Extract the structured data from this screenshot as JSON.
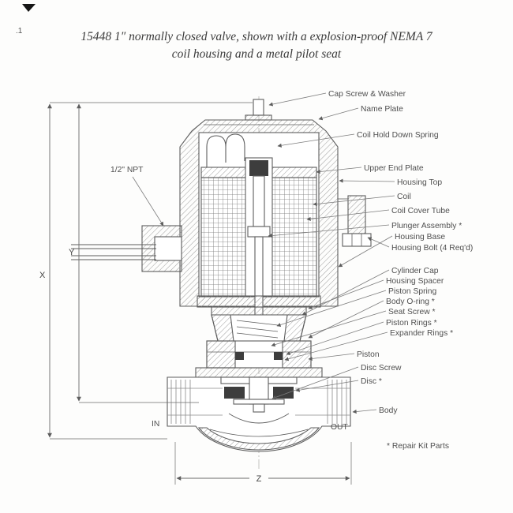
{
  "page": {
    "corner_mark": ".1"
  },
  "title": {
    "line1": "15448 1″ normally closed valve, shown with a explosion-proof NEMA 7",
    "line2": "coil housing and a metal pilot seat"
  },
  "labels": {
    "cap_screw_washer": "Cap Screw & Washer",
    "name_plate": "Name Plate",
    "coil_hold_down_spring": "Coil Hold Down Spring",
    "upper_end_plate": "Upper End Plate",
    "housing_top": "Housing Top",
    "coil": "Coil",
    "coil_cover_tube": "Coil Cover Tube",
    "plunger_assembly": "Plunger Assembly *",
    "housing_base": "Housing Base",
    "housing_bolt": "Housing Bolt (4 Req'd)",
    "cylinder_cap": "Cylinder Cap",
    "housing_spacer": "Housing Spacer",
    "piston_spring": "Piston Spring",
    "body_o_ring": "Body O-ring *",
    "seat_screw": "Seat Screw *",
    "piston_rings": "Piston Rings *",
    "expander_rings": "Expander Rings *",
    "piston": "Piston",
    "disc_screw": "Disc Screw",
    "disc": "Disc *",
    "body": "Body",
    "conduit": "1/2\" NPT",
    "port_in": "IN",
    "port_out": "OUT",
    "repair_kit_note": "* Repair Kit Parts"
  },
  "dimensions": {
    "x": "X",
    "y": "Y",
    "z": "Z"
  }
}
